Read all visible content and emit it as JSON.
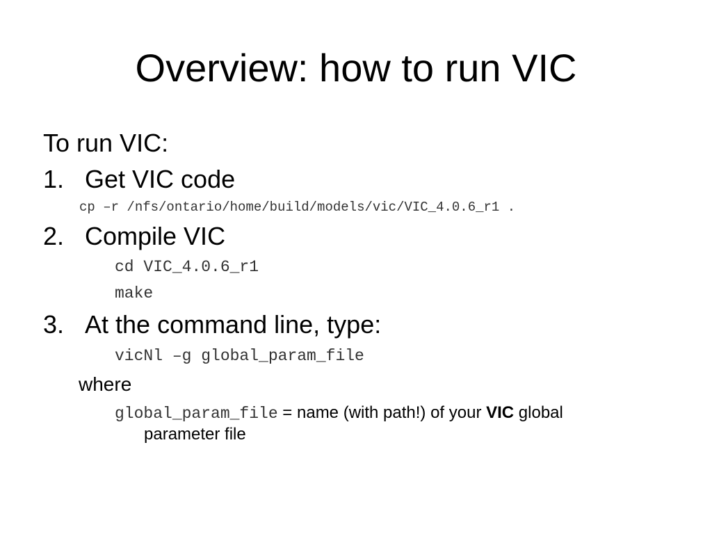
{
  "slide": {
    "title": "Overview: how to run VIC",
    "intro": "To run VIC:",
    "steps": [
      {
        "number": "1.",
        "label": "Get VIC code",
        "commands": [
          "cp –r /nfs/ontario/home/build/models/vic/VIC_4.0.6_r1 ."
        ]
      },
      {
        "number": "2.",
        "label": "Compile VIC",
        "commands": [
          "cd VIC_4.0.6_r1",
          "make"
        ]
      },
      {
        "number": "3.",
        "label": "At the command line, type:",
        "commands": [
          "vicNl –g global_param_file"
        ]
      }
    ],
    "where_label": "where",
    "definition": {
      "term": "global_param_file",
      "text_before_bold": " = name (with path!) of your ",
      "bold": "VIC",
      "text_after_bold": " global",
      "continuation": "parameter file"
    }
  }
}
